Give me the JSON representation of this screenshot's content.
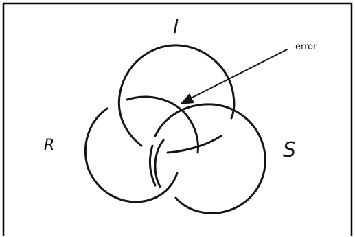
{
  "diagram": {
    "labels": {
      "top": "I",
      "left": "R",
      "right": "S",
      "annotation": "error"
    },
    "ink_color": "#151515",
    "border_color": "#000000",
    "background": "#ffffff"
  }
}
